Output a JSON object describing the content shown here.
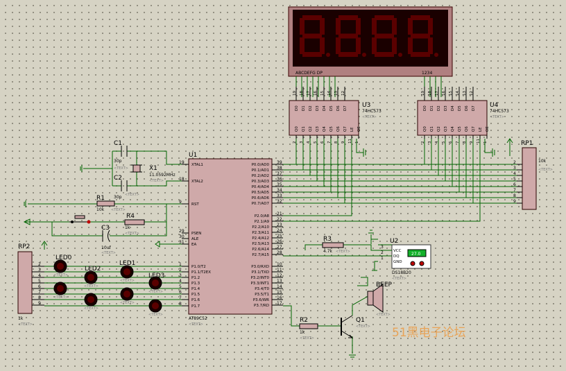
{
  "components": {
    "u1": {
      "ref": "U1",
      "part": "AT89C52",
      "text": "<TEXT>",
      "left_pins": [
        {
          "num": "19",
          "name": "XTAL1"
        },
        {
          "num": "18",
          "name": "XTAL2"
        },
        {
          "num": "9",
          "name": "RST"
        },
        {
          "num": "29",
          "name": "PSEN"
        },
        {
          "num": "30",
          "name": "ALE"
        },
        {
          "num": "31",
          "name": "EA"
        },
        {
          "num": "1",
          "name": "P1.0/T2"
        },
        {
          "num": "2",
          "name": "P1.1/T2EX"
        },
        {
          "num": "3",
          "name": "P1.2"
        },
        {
          "num": "4",
          "name": "P1.3"
        },
        {
          "num": "5",
          "name": "P1.4"
        },
        {
          "num": "6",
          "name": "P1.5"
        },
        {
          "num": "7",
          "name": "P1.6"
        },
        {
          "num": "8",
          "name": "P1.7"
        }
      ],
      "right_pins": [
        {
          "num": "39",
          "name": "P0.0/AD0"
        },
        {
          "num": "38",
          "name": "P0.1/AD1"
        },
        {
          "num": "37",
          "name": "P0.2/AD2"
        },
        {
          "num": "36",
          "name": "P0.3/AD3"
        },
        {
          "num": "35",
          "name": "P0.4/AD4"
        },
        {
          "num": "34",
          "name": "P0.5/AD5"
        },
        {
          "num": "33",
          "name": "P0.6/AD6"
        },
        {
          "num": "32",
          "name": "P0.7/AD7"
        },
        {
          "num": "21",
          "name": "P2.0/A8"
        },
        {
          "num": "22",
          "name": "P2.1/A9"
        },
        {
          "num": "23",
          "name": "P2.2/A10"
        },
        {
          "num": "24",
          "name": "P2.3/A11"
        },
        {
          "num": "25",
          "name": "P2.4/A12"
        },
        {
          "num": "26",
          "name": "P2.5/A13"
        },
        {
          "num": "27",
          "name": "P2.6/A14"
        },
        {
          "num": "28",
          "name": "P2.7/A15"
        },
        {
          "num": "10",
          "name": "P3.0/RXD"
        },
        {
          "num": "11",
          "name": "P3.1/TXD"
        },
        {
          "num": "12",
          "name": "P3.2/INT0"
        },
        {
          "num": "13",
          "name": "P3.3/INT1"
        },
        {
          "num": "14",
          "name": "P3.4/T0"
        },
        {
          "num": "15",
          "name": "P3.5/T1"
        },
        {
          "num": "16",
          "name": "P3.6/WR"
        },
        {
          "num": "17",
          "name": "P3.7/RD"
        }
      ]
    },
    "u3": {
      "ref": "U3",
      "part": "74HC573",
      "text": "<TEXT>"
    },
    "u4": {
      "ref": "U4",
      "part": "74HC573",
      "text": "<TEXT>"
    },
    "latch_top_pins": [
      "D0",
      "D1",
      "D2",
      "D3",
      "D4",
      "D5",
      "D6",
      "D7"
    ],
    "latch_bottom_pins": [
      "Q0",
      "Q1",
      "Q2",
      "Q3",
      "Q4",
      "Q5",
      "Q6",
      "Q7",
      "LE",
      "OE"
    ],
    "latch_top_nums": [
      "19",
      "18",
      "17",
      "16",
      "15",
      "14",
      "13",
      "12"
    ],
    "latch_bottom_nums": [
      "2",
      "3",
      "4",
      "5",
      "6",
      "7",
      "8",
      "9",
      "11",
      "1"
    ],
    "display": {
      "seg_label": "ABCDEFG DP",
      "digit_label": "1234"
    },
    "c1": {
      "ref": "C1",
      "value": "30p"
    },
    "c2": {
      "ref": "C2",
      "value": "30p"
    },
    "c3": {
      "ref": "C3",
      "value": "10uf"
    },
    "x1": {
      "ref": "X1",
      "value": "11.0592MHz"
    },
    "r1": {
      "ref": "R1",
      "value": "10k"
    },
    "r2": {
      "ref": "R2",
      "value": "1k"
    },
    "r3": {
      "ref": "R3",
      "value": "4.7k"
    },
    "r4": {
      "ref": "R4",
      "value": "1k"
    },
    "rp1": {
      "ref": "RP1",
      "value": "10k",
      "pins": [
        "2",
        "3",
        "4",
        "5",
        "6",
        "7",
        "8",
        "9"
      ]
    },
    "rp2": {
      "ref": "RP2",
      "value": "1k",
      "pins": [
        "2",
        "3",
        "4",
        "5",
        "6",
        "7",
        "8",
        "9"
      ]
    },
    "u2": {
      "ref": "U2",
      "part": "DS18B20",
      "reading": "27.0",
      "pins": [
        {
          "num": "3",
          "name": "VCC"
        },
        {
          "num": "2",
          "name": "DQ"
        },
        {
          "num": "1",
          "name": "GND"
        }
      ]
    },
    "q1": {
      "ref": "Q1"
    },
    "beep": {
      "ref": "BEEP"
    },
    "leds": [
      {
        "ref": "LED0"
      },
      {
        "ref": "LED2"
      },
      {
        "ref": "LED1"
      },
      {
        "ref": "LED3"
      }
    ],
    "placeholder_text": "<TEXT>"
  },
  "watermark": "51黑电子论坛",
  "colors": {
    "wire": "#006400",
    "background": "#d6d3c4",
    "component_fill": "#cfa9a9",
    "display_bg": "#1a0000",
    "segment": "#5a0000",
    "lcd": "#13b02a"
  }
}
